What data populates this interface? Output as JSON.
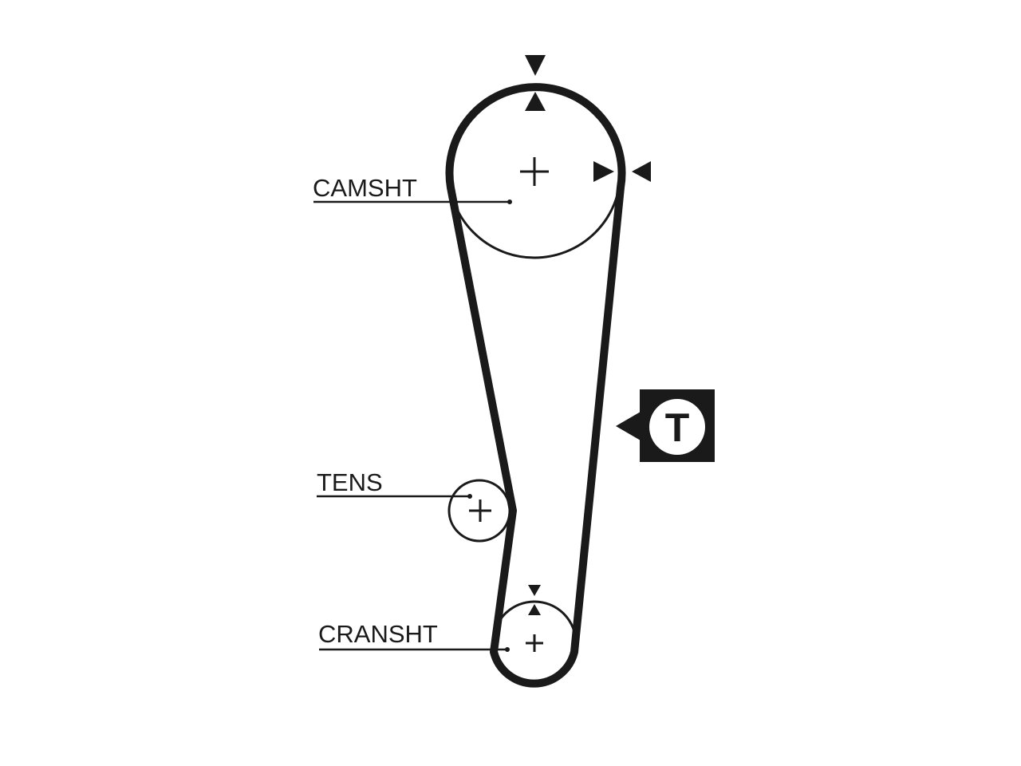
{
  "labels": {
    "camshaft": "CAMSHT",
    "tensioner": "TENS",
    "crankshaft": "CRANSHT"
  },
  "tension_marker": {
    "letter": "T"
  }
}
